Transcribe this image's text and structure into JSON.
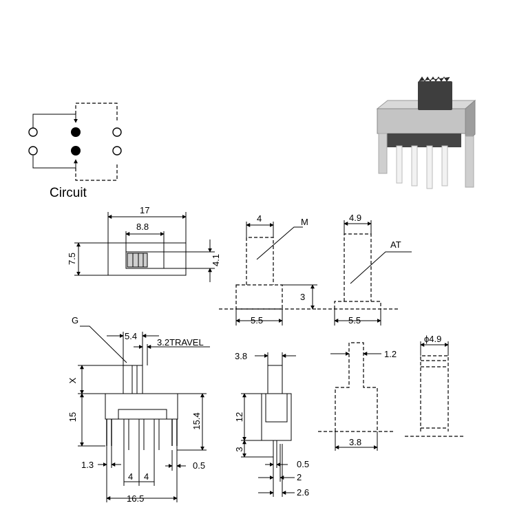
{
  "circuit": {
    "caption": "Circuit"
  },
  "top_view": {
    "width": "17",
    "inner": "8.8",
    "height": "7.5",
    "slot": "4.1"
  },
  "m_actuator": {
    "label": "M",
    "width": "4",
    "height": "3",
    "base": "5.5"
  },
  "at_actuator": {
    "label": "AT",
    "width": "4.9",
    "base": "5.5"
  },
  "front_view": {
    "g_label": "G",
    "knob": "5.4",
    "travel": "3.2TRAVEL",
    "x_label": "X",
    "h15": "15",
    "h154": "15.4",
    "pin_off": "1.3",
    "pitch1": "4",
    "pitch2": "4",
    "pin_w": "0.5",
    "total": "16.5"
  },
  "side_view": {
    "knob": "3.8",
    "body": "12",
    "pin_len": "3",
    "pin_w": "0.5",
    "d2": "2",
    "d26": "2.6"
  },
  "actuator_g": {
    "tip": "1.2",
    "base": "3.8"
  },
  "actuator_round": {
    "dia": "ϕ4.9"
  }
}
